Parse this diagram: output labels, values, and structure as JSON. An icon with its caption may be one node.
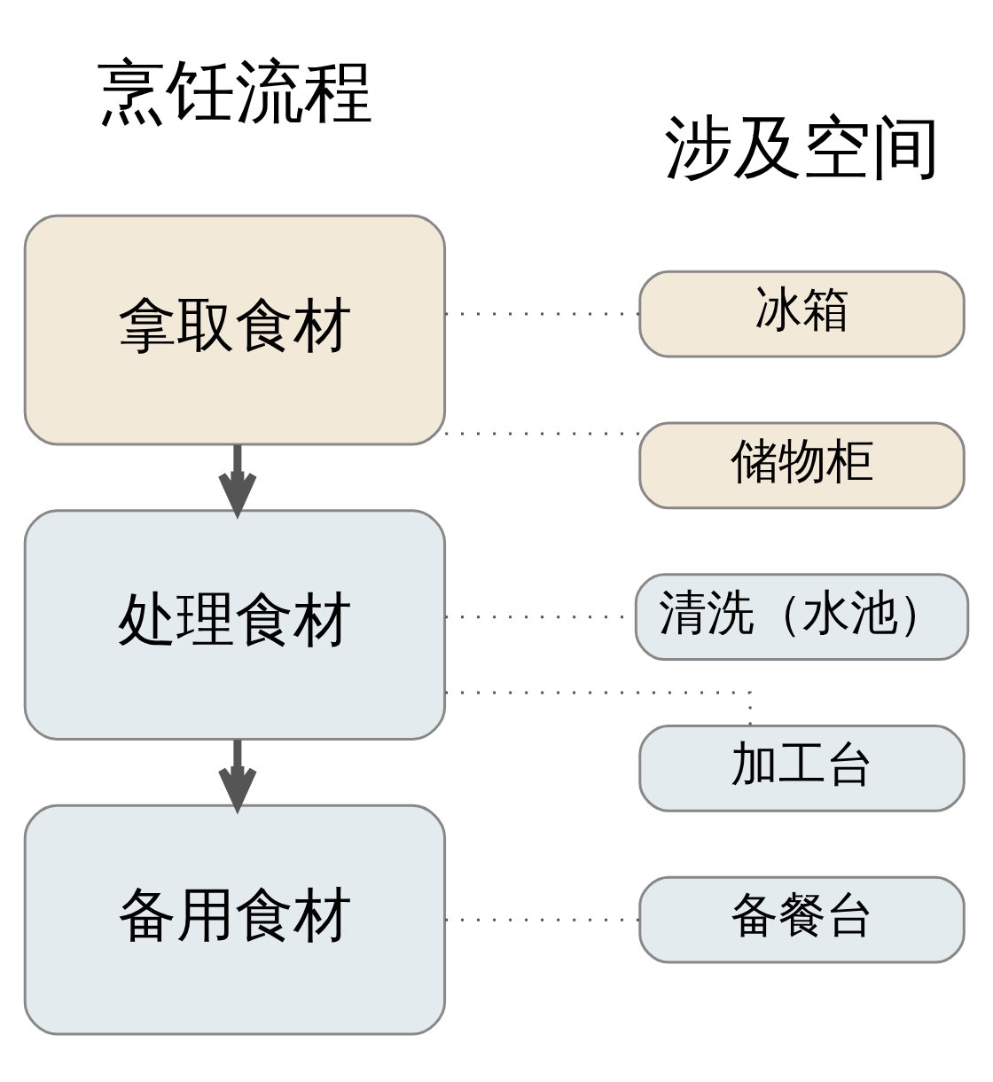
{
  "diagram": {
    "nodes": [
      {
        "text": [
          "拿取食材"
        ]
      },
      {
        "text": [
          "处理食材"
        ]
      },
      {
        "text": [
          "备用食材"
        ]
      },
      {
        "text": [
          "冰箱"
        ]
      },
      {
        "text": [
          "储物柜"
        ]
      },
      {
        "text": [
          "清洗（水池）"
        ]
      },
      {
        "text": [
          "加工台"
        ]
      },
      {
        "text": [
          "备餐台"
        ]
      }
    ],
    "edges": [
      {
        "from": 0,
        "to": 1,
        "arrow": "to",
        "style": "thick"
      },
      {
        "from": 1,
        "to": 2,
        "arrow": "to",
        "style": "thick"
      },
      {
        "from": 0,
        "to": 3,
        "arrow": "none",
        "style": "dashed"
      },
      {
        "from": 0,
        "to": 4,
        "arrow": "none",
        "style": "dashed"
      },
      {
        "from": 1,
        "to": 5,
        "arrow": "none",
        "style": "dashed"
      },
      {
        "from": 1,
        "to": 6,
        "arrow": "none",
        "style": "dashed"
      },
      {
        "from": 2,
        "to": 7,
        "arrow": "none",
        "style": "dashed"
      }
    ],
    "labels": [
      "烹饪流程",
      "涉及空间"
    ]
  }
}
